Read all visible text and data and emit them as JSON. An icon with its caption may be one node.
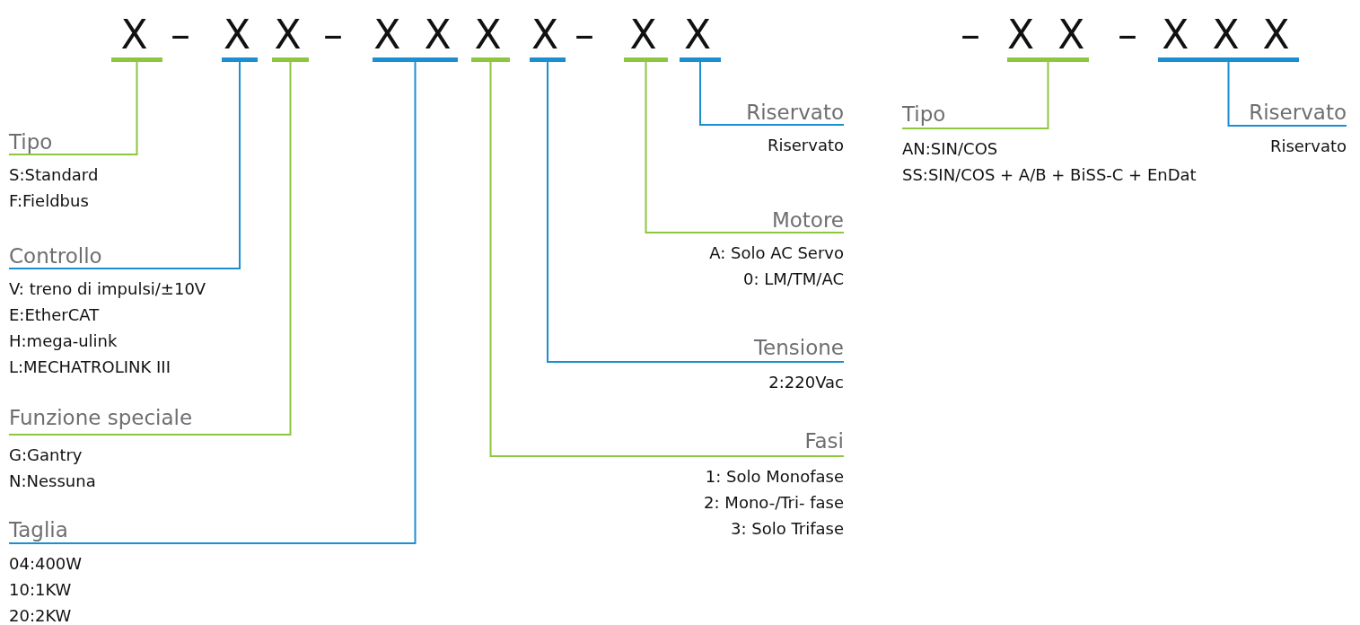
{
  "diagram": {
    "nodes": [
      {
        "text": [
          "X"
        ]
      },
      {
        "text": [
          "X"
        ]
      },
      {
        "text": [
          "X"
        ]
      },
      {
        "text": [
          "X X"
        ]
      },
      {
        "text": [
          "X"
        ]
      },
      {
        "text": [
          "X"
        ]
      },
      {
        "text": [
          "X"
        ]
      },
      {
        "text": [
          "X"
        ]
      },
      {
        "text": [
          "X X"
        ]
      },
      {
        "text": [
          "X X X"
        ]
      },
      {
        "text": [
          "Tipo",
          "S:Standard",
          "F:Fieldbus"
        ]
      },
      {
        "text": [
          "Controllo",
          "V: treno di impulsi/±10V",
          "E:EtherCAT",
          "H:mega-ulink",
          "L:MECHATROLINK III"
        ]
      },
      {
        "text": [
          "Funzione speciale",
          "G:Gantry",
          "N:Nessuna"
        ]
      },
      {
        "text": [
          "Taglia",
          "04:400W",
          "10:1KW",
          "20:2KW"
        ]
      },
      {
        "text": [
          "Fasi",
          "1: Solo Monofase",
          "2: Mono-/Tri- fase",
          "3: Solo Trifase"
        ]
      },
      {
        "text": [
          "Tensione",
          "2:220Vac"
        ]
      },
      {
        "text": [
          "Motore",
          "A: Solo AC Servo",
          "0: LM/TM/AC"
        ]
      },
      {
        "text": [
          "Riservato",
          "Riservato"
        ]
      },
      {
        "text": [
          "Tipo",
          "AN:SIN/COS",
          "SS:SIN/COS + A/B + BiSS-C + EnDat"
        ]
      },
      {
        "text": [
          "Riservato",
          "Riservato"
        ]
      }
    ],
    "edges": [
      {
        "from": 0,
        "to": 10,
        "arrow": "none",
        "color": "#8dc63f"
      },
      {
        "from": 1,
        "to": 11,
        "arrow": "none",
        "color": "#1b8fd2"
      },
      {
        "from": 2,
        "to": 12,
        "arrow": "none",
        "color": "#8dc63f"
      },
      {
        "from": 3,
        "to": 13,
        "arrow": "none",
        "color": "#1b8fd2"
      },
      {
        "from": 4,
        "to": 14,
        "arrow": "none",
        "color": "#8dc63f"
      },
      {
        "from": 5,
        "to": 15,
        "arrow": "none",
        "color": "#1b8fd2"
      },
      {
        "from": 6,
        "to": 16,
        "arrow": "none",
        "color": "#8dc63f"
      },
      {
        "from": 7,
        "to": 17,
        "arrow": "none",
        "color": "#1b8fd2"
      },
      {
        "from": 8,
        "to": 18,
        "arrow": "none",
        "color": "#8dc63f"
      },
      {
        "from": 9,
        "to": 19,
        "arrow": "none",
        "color": "#1b8fd2"
      }
    ],
    "labels": [
      "–",
      "–",
      "–",
      "–",
      "–"
    ]
  }
}
